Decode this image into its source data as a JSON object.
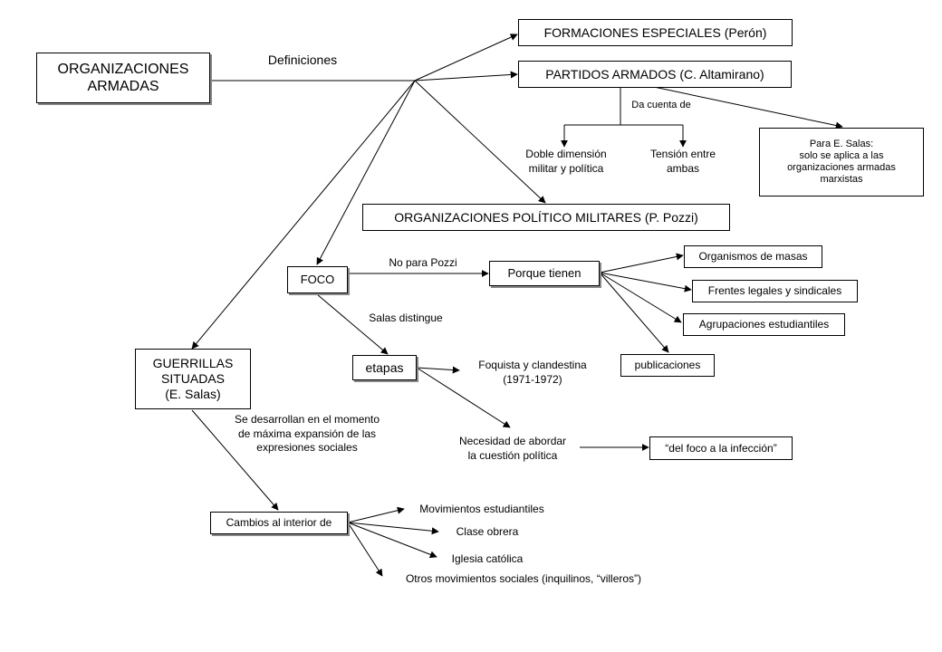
{
  "nodes": {
    "organizaciones_armadas": "ORGANIZACIONES\nARMADAS",
    "formaciones_especiales": "FORMACIONES ESPECIALES (Perón)",
    "partidos_armados": "PARTIDOS ARMADOS (C. Altamirano)",
    "para_e_salas": "Para E. Salas:\nsolo se aplica a las\norganizaciones armadas\nmarxistas",
    "politico_militares": "ORGANIZACIONES POLÍTICO MILITARES (P. Pozzi)",
    "foco": "FOCO",
    "porque_tienen": "Porque tienen",
    "organismos_masas": "Organismos de masas",
    "frentes_legales": "Frentes legales y sindicales",
    "agrupaciones": "Agrupaciones estudiantiles",
    "publicaciones": "publicaciones",
    "etapas": "etapas",
    "guerrillas_situadas": "GUERRILLAS\nSITUADAS\n(E. Salas)",
    "del_foco": "“del foco a la infección”",
    "cambios": "Cambios al interior de"
  },
  "labels": {
    "definiciones": "Definiciones",
    "da_cuenta_de": "Da cuenta de",
    "doble_dimension": "Doble dimensión\nmilitar y política",
    "tension": "Tensión entre\nambas",
    "no_para_pozzi": "No para Pozzi",
    "salas_distingue": "Salas distingue",
    "foquista": "Foquista y clandestina\n(1971-1972)",
    "necesidad": "Necesidad de abordar\nla cuestión política",
    "se_desarrollan": "Se desarrollan en el momento\nde máxima expansión de las\nexpresiones sociales",
    "movimientos_estudiantiles": "Movimientos estudiantiles",
    "clase_obrera": "Clase obrera",
    "iglesia": "Iglesia católica",
    "otros": "Otros movimientos sociales (inquilinos, “villeros”)"
  },
  "colors": {
    "line": "#000000",
    "shadow": "#888888"
  }
}
